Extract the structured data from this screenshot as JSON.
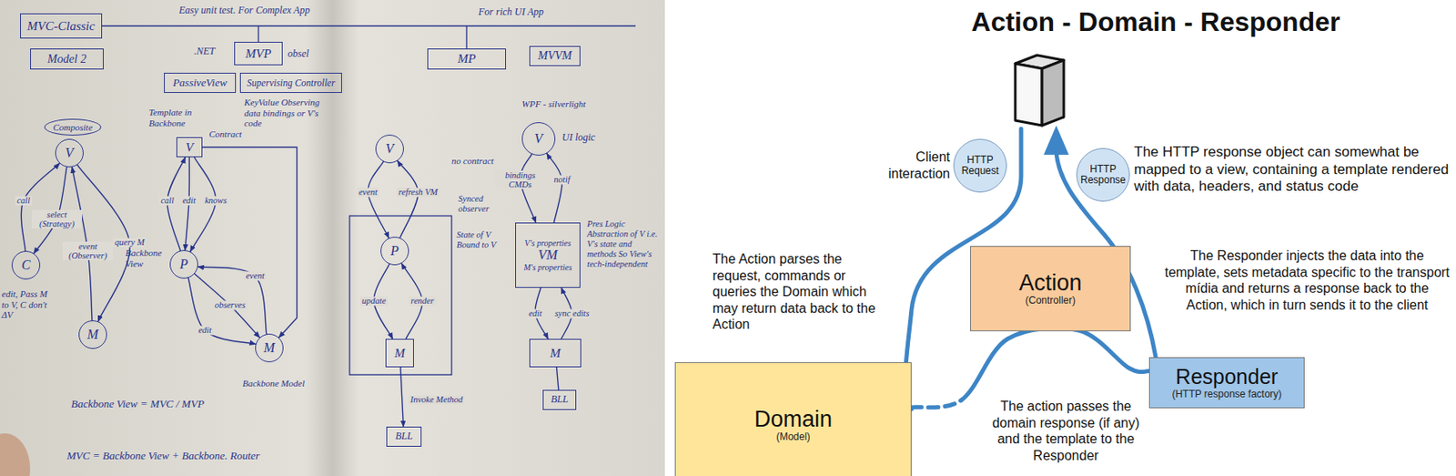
{
  "diagram": {
    "title": "Action - Domain - Responder",
    "nodes": [
      {
        "text": [
          "MVC-Classic"
        ]
      },
      {
        "text": [
          "Model 2"
        ]
      },
      {
        "text": [
          "MVP"
        ]
      },
      {
        "text": [
          "PassiveView"
        ]
      },
      {
        "text": [
          "Supervising Controller"
        ]
      },
      {
        "text": [
          "MP"
        ]
      },
      {
        "text": [
          "MVVM"
        ]
      },
      {
        "text": [
          "Composite"
        ]
      },
      {
        "text": [
          "V"
        ]
      },
      {
        "text": [
          "C"
        ]
      },
      {
        "text": [
          "M"
        ]
      },
      {
        "text": [
          "V"
        ]
      },
      {
        "text": [
          "P"
        ]
      },
      {
        "text": [
          "M"
        ]
      },
      {
        "text": [
          "V"
        ]
      },
      {
        "text": [
          "P"
        ]
      },
      {
        "text": [
          "M"
        ]
      },
      {
        "text": [
          "BLL"
        ]
      },
      {
        "text": [
          "V"
        ]
      },
      {
        "text": [
          "V's properties",
          "VM",
          "M's properties"
        ]
      },
      {
        "text": [
          "M"
        ]
      },
      {
        "text": [
          "BLL"
        ]
      },
      {
        "text": [
          "HTTP Request"
        ]
      },
      {
        "text": [
          "HTTP Response"
        ]
      },
      {
        "text": [
          "Action",
          "(Controller)"
        ]
      },
      {
        "text": [
          "Domain",
          "(Model)"
        ]
      },
      {
        "text": [
          "Responder",
          "(HTTP response factory)"
        ]
      }
    ],
    "edges": [
      {
        "from": 9,
        "to": 8,
        "arrow": "to",
        "label": "call"
      },
      {
        "from": 8,
        "to": 9,
        "arrow": "to",
        "label": "select (Strategy)"
      },
      {
        "from": 8,
        "to": 10,
        "arrow": "to",
        "label": "query M"
      },
      {
        "from": 10,
        "to": 8,
        "arrow": "to",
        "label": "event (Observer)"
      },
      {
        "from": 12,
        "to": 11,
        "arrow": "to",
        "label": "call"
      },
      {
        "from": 11,
        "to": 12,
        "arrow": "to",
        "label": "edit"
      },
      {
        "from": 11,
        "to": 12,
        "arrow": "to",
        "label": "knows"
      },
      {
        "from": 12,
        "to": 13,
        "arrow": "to",
        "label": "edit"
      },
      {
        "from": 12,
        "to": 13,
        "arrow": "to",
        "label": "observes"
      },
      {
        "from": 13,
        "to": 12,
        "arrow": "to",
        "label": "event"
      },
      {
        "from": 11,
        "to": 13,
        "arrow": "to"
      },
      {
        "from": 14,
        "to": 15,
        "arrow": "to",
        "label": "event"
      },
      {
        "from": 15,
        "to": 14,
        "arrow": "to",
        "label": "refresh VM"
      },
      {
        "from": 15,
        "to": 16,
        "arrow": "to",
        "label": "update"
      },
      {
        "from": 16,
        "to": 15,
        "arrow": "to",
        "label": "render"
      },
      {
        "from": 16,
        "to": 17,
        "arrow": "to",
        "label": "Invoke Method"
      },
      {
        "from": 18,
        "to": 19,
        "arrow": "to",
        "label": "bindings CMDs"
      },
      {
        "from": 19,
        "to": 18,
        "arrow": "to",
        "label": "notif"
      },
      {
        "from": 19,
        "to": 20,
        "arrow": "to",
        "label": "edit"
      },
      {
        "from": 20,
        "to": 19,
        "arrow": "to",
        "label": "sync edits"
      },
      {
        "from": 20,
        "to": 21,
        "arrow": "none"
      },
      {
        "from": 25,
        "to": 26,
        "arrow": "none"
      }
    ],
    "labels": [
      "Easy unit test. For Complex App",
      "For rich UI App",
      ".NET",
      "obsel",
      "Template in Backbone",
      "Contract",
      "KeyValue Observing data bindings or V's code",
      "edit, Pass M to V, C don't ΔV",
      "Backbone View",
      "Backbone Model",
      "no contract",
      "WPF - silverlight",
      "UI logic",
      "Synced observer",
      "State of V Bound to V",
      "Pres Logic Abstraction of V i.e. V's state and methods So View's tech-independent",
      "Backbone View = MVC / MVP",
      "MVC = Backbone View + Backbone. Router",
      "Client interaction",
      "The Action parses the request, commands or queries the Domain which may return data back to the Action",
      "The HTTP response object can somewhat be mapped to a view, containing a template rendered with data, headers, and status code",
      "The Responder injects the data into the template, sets metadata specific to the transport mídia and returns a response back to the Action, which in turn sends it to the client",
      "The action passes the domain response (if any) and the template to the Responder"
    ]
  }
}
